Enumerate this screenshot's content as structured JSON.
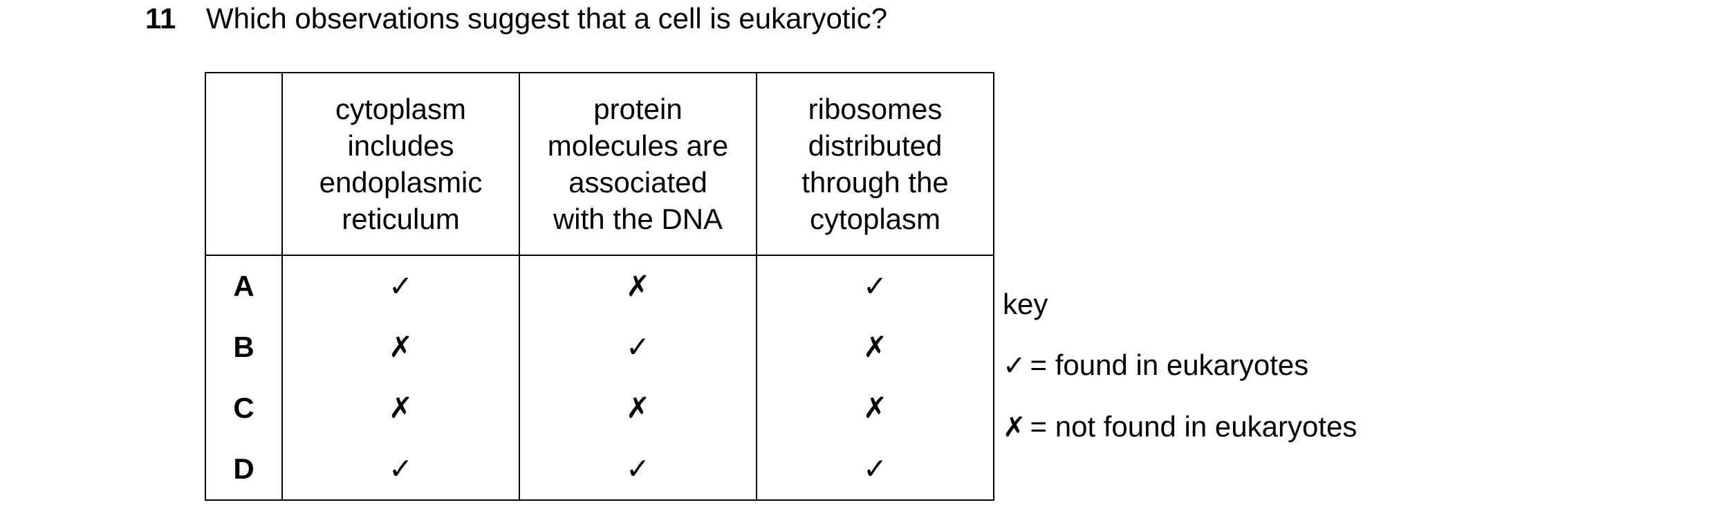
{
  "question": {
    "number": "11",
    "text": "Which observations suggest that a cell is eukaryotic?"
  },
  "table": {
    "headers": [
      "cytoplasm includes endoplasmic reticulum",
      "protein molecules are associated with the DNA",
      "ribosomes distributed through the cytoplasm"
    ],
    "header_lines": [
      [
        "cytoplasm",
        "includes",
        "endoplasmic",
        "reticulum"
      ],
      [
        "protein",
        "molecules are",
        "associated",
        "with the DNA"
      ],
      [
        "ribosomes",
        "distributed",
        "through the",
        "cytoplasm"
      ]
    ],
    "rows": [
      {
        "letter": "A",
        "marks": [
          "✓",
          "✗",
          "✓"
        ]
      },
      {
        "letter": "B",
        "marks": [
          "✗",
          "✓",
          "✗"
        ]
      },
      {
        "letter": "C",
        "marks": [
          "✗",
          "✗",
          "✗"
        ]
      },
      {
        "letter": "D",
        "marks": [
          "✓",
          "✓",
          "✓"
        ]
      }
    ]
  },
  "key": {
    "title": "key",
    "found_symbol": "✓",
    "found_text": "= found in eukaryotes",
    "not_found_symbol": "✗",
    "not_found_text": "= not found in eukaryotes"
  }
}
